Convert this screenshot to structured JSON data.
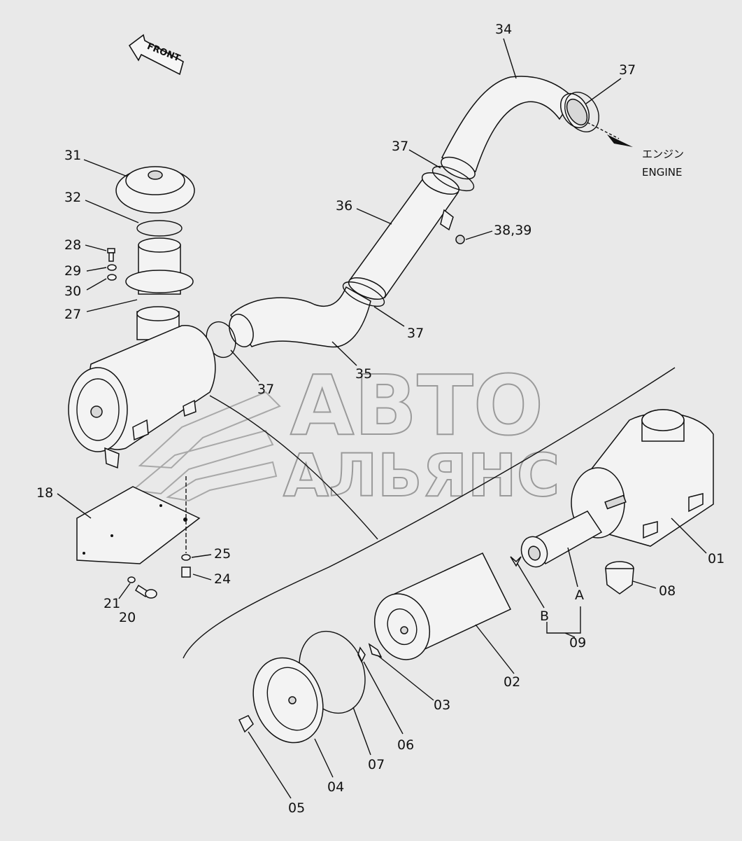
{
  "orientation": {
    "front_label": "FRONT"
  },
  "destination": {
    "jp_label": "エンジン",
    "en_label": "ENGINE"
  },
  "watermark": {
    "line1": "АВТО",
    "line2": "АЛЬЯНС"
  },
  "callouts": [
    {
      "id": "c34",
      "text": "34"
    },
    {
      "id": "c37a",
      "text": "37"
    },
    {
      "id": "c37b",
      "text": "37"
    },
    {
      "id": "c31",
      "text": "31"
    },
    {
      "id": "c32",
      "text": "32"
    },
    {
      "id": "c36",
      "text": "36"
    },
    {
      "id": "c3839",
      "text": "38,39"
    },
    {
      "id": "c28",
      "text": "28"
    },
    {
      "id": "c29",
      "text": "29"
    },
    {
      "id": "c30",
      "text": "30"
    },
    {
      "id": "c27",
      "text": "27"
    },
    {
      "id": "c37c",
      "text": "37"
    },
    {
      "id": "c35",
      "text": "35"
    },
    {
      "id": "c37d",
      "text": "37"
    },
    {
      "id": "c18",
      "text": "18"
    },
    {
      "id": "c25",
      "text": "25"
    },
    {
      "id": "c24",
      "text": "24"
    },
    {
      "id": "c21",
      "text": "21"
    },
    {
      "id": "c20",
      "text": "20"
    },
    {
      "id": "c01",
      "text": "01"
    },
    {
      "id": "c08",
      "text": "08"
    },
    {
      "id": "cA",
      "text": "A"
    },
    {
      "id": "cB",
      "text": "B"
    },
    {
      "id": "c09",
      "text": "09"
    },
    {
      "id": "c02",
      "text": "02"
    },
    {
      "id": "c03",
      "text": "03"
    },
    {
      "id": "c06",
      "text": "06"
    },
    {
      "id": "c07",
      "text": "07"
    },
    {
      "id": "c04",
      "text": "04"
    },
    {
      "id": "c05",
      "text": "05"
    }
  ]
}
